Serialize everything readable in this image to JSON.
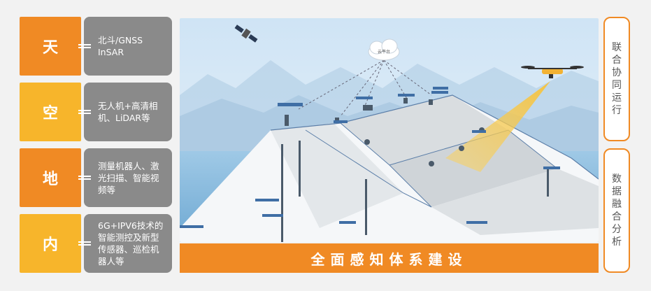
{
  "layers": [
    {
      "tag": "天",
      "color": "#f08a24",
      "desc": "北斗/GNSS InSAR"
    },
    {
      "tag": "空",
      "color": "#f7b52b",
      "desc": "无人机+高清相机、LiDAR等"
    },
    {
      "tag": "地",
      "color": "#f08a24",
      "desc": "测量机器人、激光扫描、智能视频等"
    },
    {
      "tag": "内",
      "color": "#f7b52b",
      "desc": "6G+IPV6技术的智能测控及新型传感器、巡检机器人等"
    }
  ],
  "cloud_label": "云平台",
  "banner": "全面感知体系建设",
  "side": {
    "top": "联合协同运行",
    "bottom": "数据融合分析"
  },
  "colors": {
    "accent": "#f08a24",
    "accent_light": "#f7b52b",
    "desc_bg": "#8a8a8a"
  },
  "icons": [
    "satellite-icon",
    "cloud-icon",
    "drone-icon",
    "camera-icon",
    "sensor-icon"
  ]
}
